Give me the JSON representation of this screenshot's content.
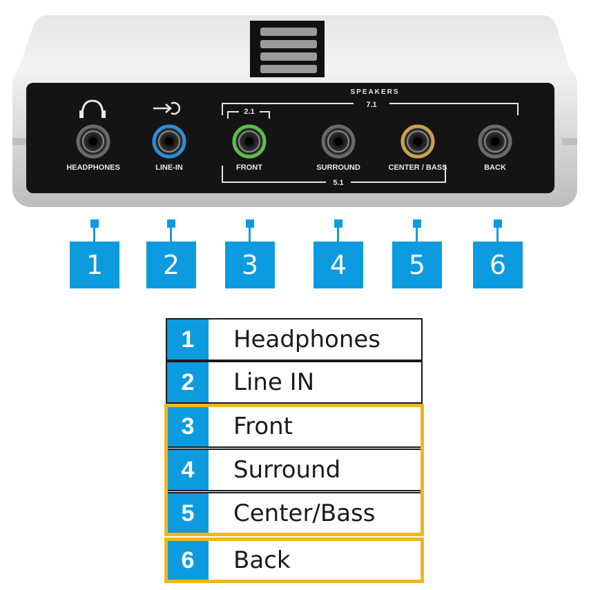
{
  "device": {
    "speakers_label": "SPEAKERS",
    "speakers_71": "7.1",
    "label_21": "2.1",
    "label_51": "5.1",
    "ports": [
      {
        "label": "HEADPHONES",
        "ring": "#6a6a6a",
        "icon": "headphones-icon"
      },
      {
        "label": "LINE-IN",
        "ring": "#2a8fd6",
        "icon": "line-in-icon"
      },
      {
        "label": "FRONT",
        "ring": "#5bbf4a",
        "icon": ""
      },
      {
        "label": "SURROUND",
        "ring": "#6a6a6a",
        "icon": ""
      },
      {
        "label": "CENTER / BASS",
        "ring": "#c9a24a",
        "icon": ""
      },
      {
        "label": "BACK",
        "ring": "#6a6a6a",
        "icon": ""
      }
    ]
  },
  "markers": [
    "1",
    "2",
    "3",
    "4",
    "5",
    "6"
  ],
  "legend": [
    {
      "num": "1",
      "label": "Headphones"
    },
    {
      "num": "2",
      "label": "Line IN"
    },
    {
      "num": "3",
      "label": "Front"
    },
    {
      "num": "4",
      "label": "Surround"
    },
    {
      "num": "5",
      "label": "Center/Bass"
    },
    {
      "num": "6",
      "label": "Back"
    }
  ],
  "colors": {
    "accent": "#0d9be0",
    "highlight": "#f2b61c",
    "panel": "#141414",
    "casing": "#d9d9d9"
  }
}
